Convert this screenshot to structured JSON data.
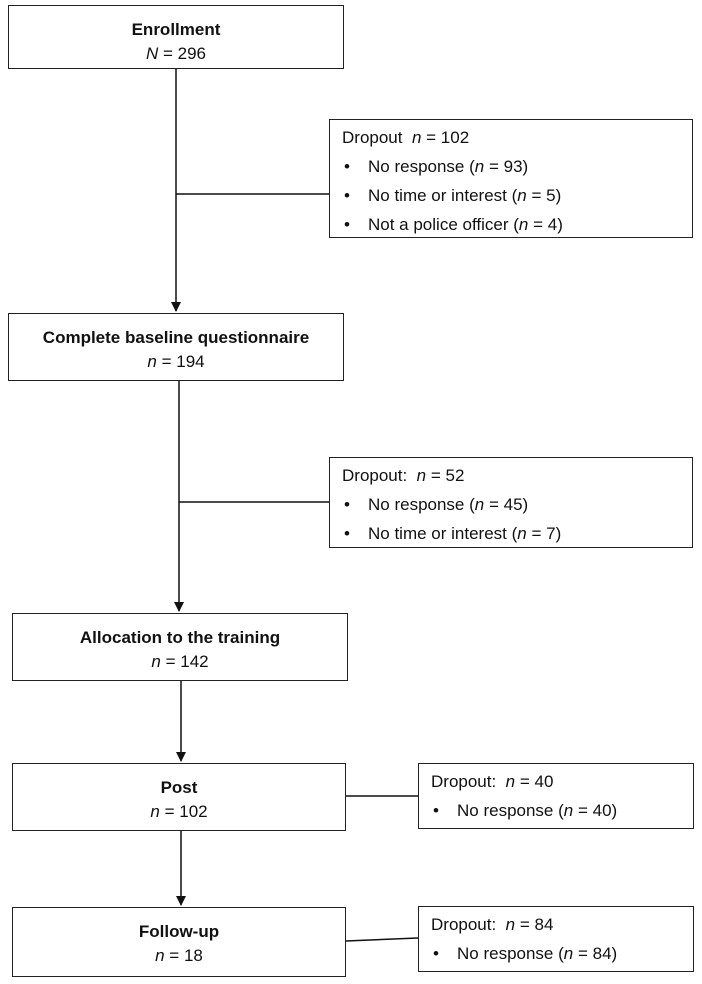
{
  "main_boxes": [
    {
      "title": "Enrollment",
      "var": "N",
      "value": "296"
    },
    {
      "title": "Complete baseline questionnaire",
      "var": "n",
      "value": "194"
    },
    {
      "title": "Allocation to the training",
      "var": "n",
      "value": "142"
    },
    {
      "title": "Post",
      "var": "n",
      "value": "102"
    },
    {
      "title": "Follow-up",
      "var": "n",
      "value": "18"
    }
  ],
  "dropout_boxes": [
    {
      "label": "Dropout",
      "sep": "",
      "var": "n",
      "value": "102",
      "items": [
        {
          "text": "No response",
          "var": "n",
          "value": "93"
        },
        {
          "text": "No time or interest",
          "var": "n",
          "value": "5"
        },
        {
          "text": "Not a police officer",
          "var": "n",
          "value": "4"
        }
      ]
    },
    {
      "label": "Dropout",
      "sep": ":",
      "var": "n",
      "value": "52",
      "items": [
        {
          "text": "No response",
          "var": "n",
          "value": "45"
        },
        {
          "text": "No time or interest",
          "var": "n",
          "value": "7"
        }
      ]
    },
    {
      "label": "Dropout",
      "sep": ":",
      "var": "n",
      "value": "40",
      "items": [
        {
          "text": "No response",
          "var": "n",
          "value": "40"
        }
      ]
    },
    {
      "label": "Dropout",
      "sep": ":",
      "var": "n",
      "value": "84",
      "items": [
        {
          "text": "No response",
          "var": "n",
          "value": "84"
        }
      ]
    }
  ]
}
